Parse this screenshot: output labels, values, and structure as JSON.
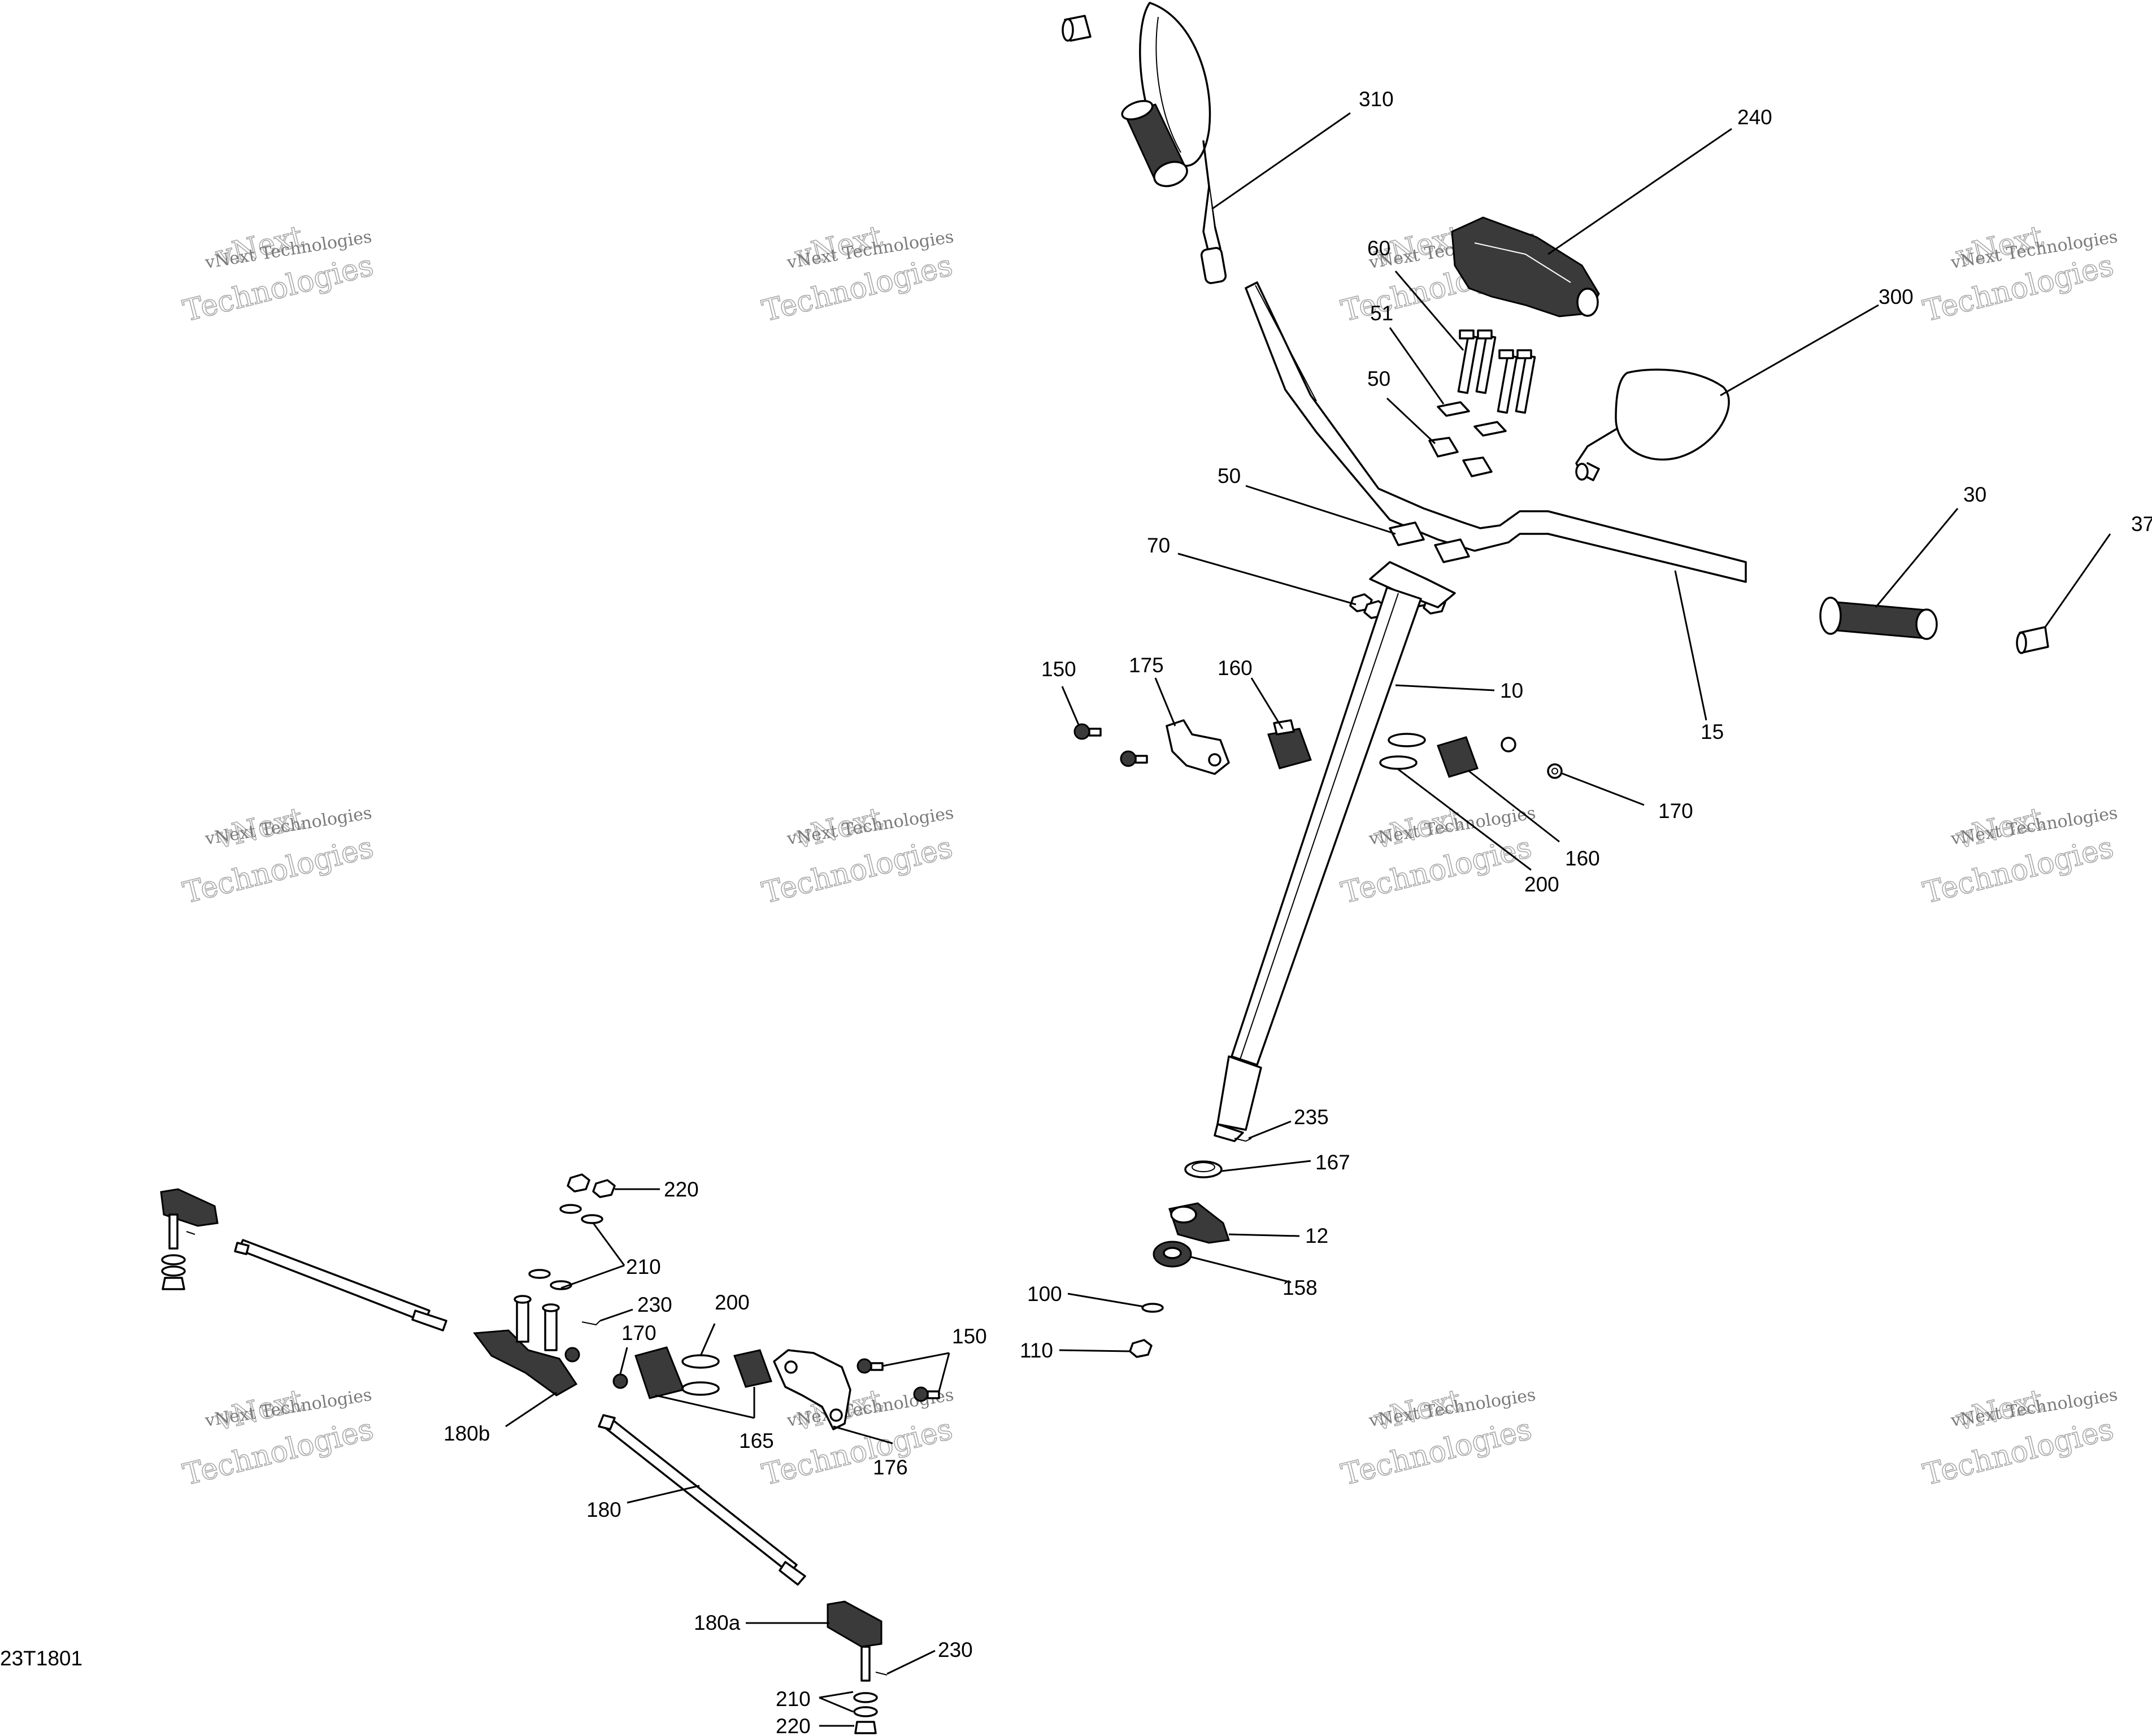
{
  "diagram_ref": "23T1801",
  "watermark": {
    "line1": "vNext Technologies",
    "line2": "vNext",
    "line3": "Technologies"
  },
  "callouts": [
    {
      "id": "c310",
      "label": "310"
    },
    {
      "id": "c240",
      "label": "240"
    },
    {
      "id": "c60",
      "label": "60"
    },
    {
      "id": "c51",
      "label": "51"
    },
    {
      "id": "c300",
      "label": "300"
    },
    {
      "id": "c50a",
      "label": "50"
    },
    {
      "id": "c50b",
      "label": "50"
    },
    {
      "id": "c70",
      "label": "70"
    },
    {
      "id": "c30",
      "label": "30"
    },
    {
      "id": "c37",
      "label": "37"
    },
    {
      "id": "c10",
      "label": "10"
    },
    {
      "id": "c15",
      "label": "15"
    },
    {
      "id": "c150a",
      "label": "150"
    },
    {
      "id": "c175",
      "label": "175"
    },
    {
      "id": "c160a",
      "label": "160"
    },
    {
      "id": "c170a",
      "label": "170"
    },
    {
      "id": "c160b",
      "label": "160"
    },
    {
      "id": "c200a",
      "label": "200"
    },
    {
      "id": "c235",
      "label": "235"
    },
    {
      "id": "c167",
      "label": "167"
    },
    {
      "id": "c12",
      "label": "12"
    },
    {
      "id": "c158",
      "label": "158"
    },
    {
      "id": "c100",
      "label": "100"
    },
    {
      "id": "c110",
      "label": "110"
    },
    {
      "id": "c220a",
      "label": "220"
    },
    {
      "id": "c210a",
      "label": "210"
    },
    {
      "id": "c230a",
      "label": "230"
    },
    {
      "id": "c200b",
      "label": "200"
    },
    {
      "id": "c170b",
      "label": "170"
    },
    {
      "id": "c150b",
      "label": "150"
    },
    {
      "id": "c180b",
      "label": "180b"
    },
    {
      "id": "c165",
      "label": "165"
    },
    {
      "id": "c176",
      "label": "176"
    },
    {
      "id": "c180",
      "label": "180"
    },
    {
      "id": "c180a",
      "label": "180a"
    },
    {
      "id": "c230b",
      "label": "230"
    },
    {
      "id": "c210b",
      "label": "210"
    },
    {
      "id": "c220b",
      "label": "220"
    }
  ]
}
